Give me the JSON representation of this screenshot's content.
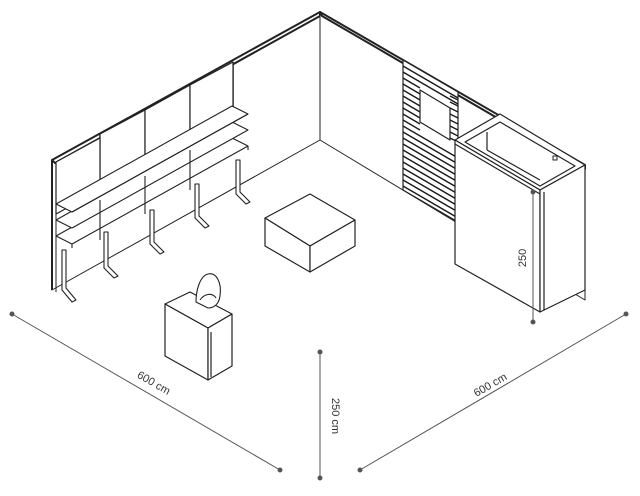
{
  "dimensions": {
    "left_width": "600 cm",
    "right_width": "600 cm",
    "height": "250 cm",
    "cabin_height": "250"
  },
  "colors": {
    "line": "#222222",
    "dim_line": "#555555",
    "slat": "#1a1a1a",
    "shadow": "#f2f2f2"
  }
}
